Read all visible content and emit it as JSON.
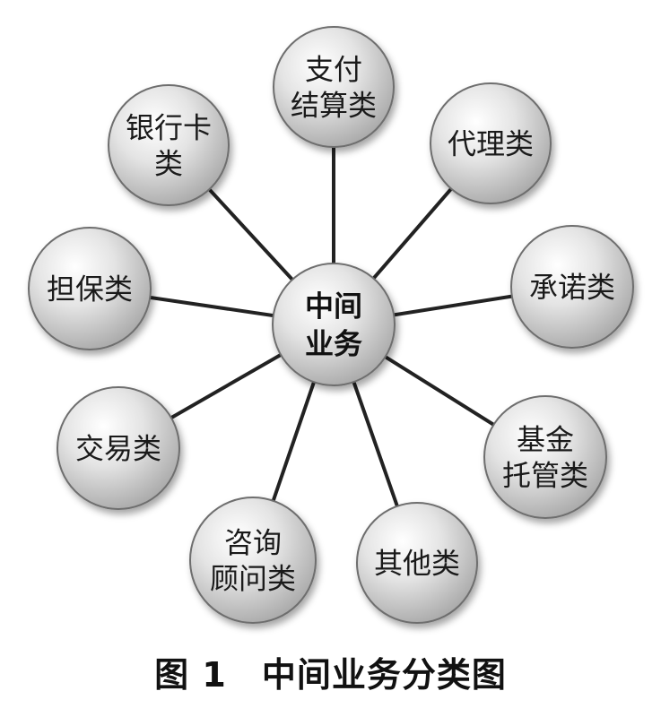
{
  "center": {
    "lines": [
      "中间",
      "业务"
    ]
  },
  "nodes": [
    {
      "id": "payment-settlement",
      "lines": [
        "支付",
        "结算类"
      ]
    },
    {
      "id": "agency",
      "lines": [
        "代理类"
      ]
    },
    {
      "id": "commitment",
      "lines": [
        "承诺类"
      ]
    },
    {
      "id": "fund-custody",
      "lines": [
        "基金",
        "托管类"
      ]
    },
    {
      "id": "other",
      "lines": [
        "其他类"
      ]
    },
    {
      "id": "consulting-advisory",
      "lines": [
        "咨询",
        "顾问类"
      ]
    },
    {
      "id": "trading",
      "lines": [
        "交易类"
      ]
    },
    {
      "id": "guarantee",
      "lines": [
        "担保类"
      ]
    },
    {
      "id": "bank-card",
      "lines": [
        "银行卡",
        "类"
      ]
    }
  ],
  "caption": {
    "text": "图 1　中间业务分类图"
  }
}
